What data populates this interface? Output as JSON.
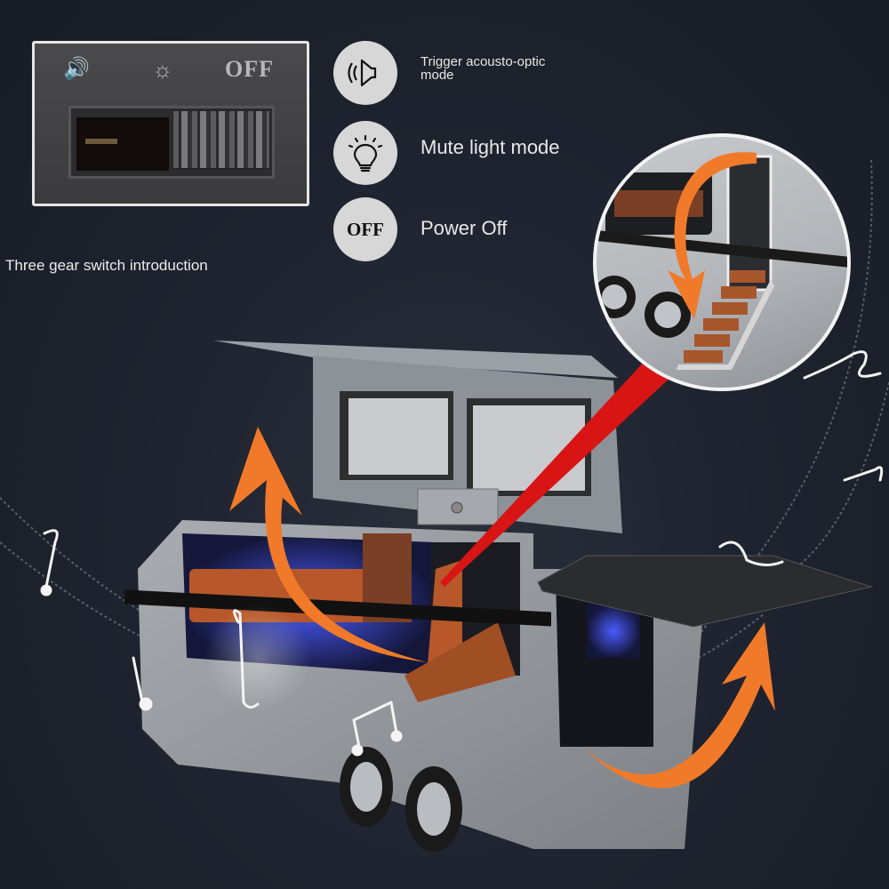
{
  "switch_photo": {
    "symbols": {
      "sound": "🔊",
      "light": "☼",
      "off": "OFF"
    },
    "position": "OFF"
  },
  "legend": {
    "items": [
      {
        "icon": "speaker-icon",
        "label": "Trigger acousto-optic mode"
      },
      {
        "icon": "light-bulb-icon",
        "label": "Mute light mode"
      },
      {
        "icon": "off-icon",
        "icon_text": "OFF",
        "label": "Power Off"
      }
    ]
  },
  "caption": "Three gear switch introduction",
  "colors": {
    "background": "#1f2430",
    "accent_arrow": "#f07a2a",
    "pointer": "#d81414",
    "trailer_body": "#9ea2a7",
    "interior_light": "#2a3cff",
    "furniture": "#b8582a",
    "icon_circle": "#d7d7d7",
    "text": "#e8e8e8"
  }
}
